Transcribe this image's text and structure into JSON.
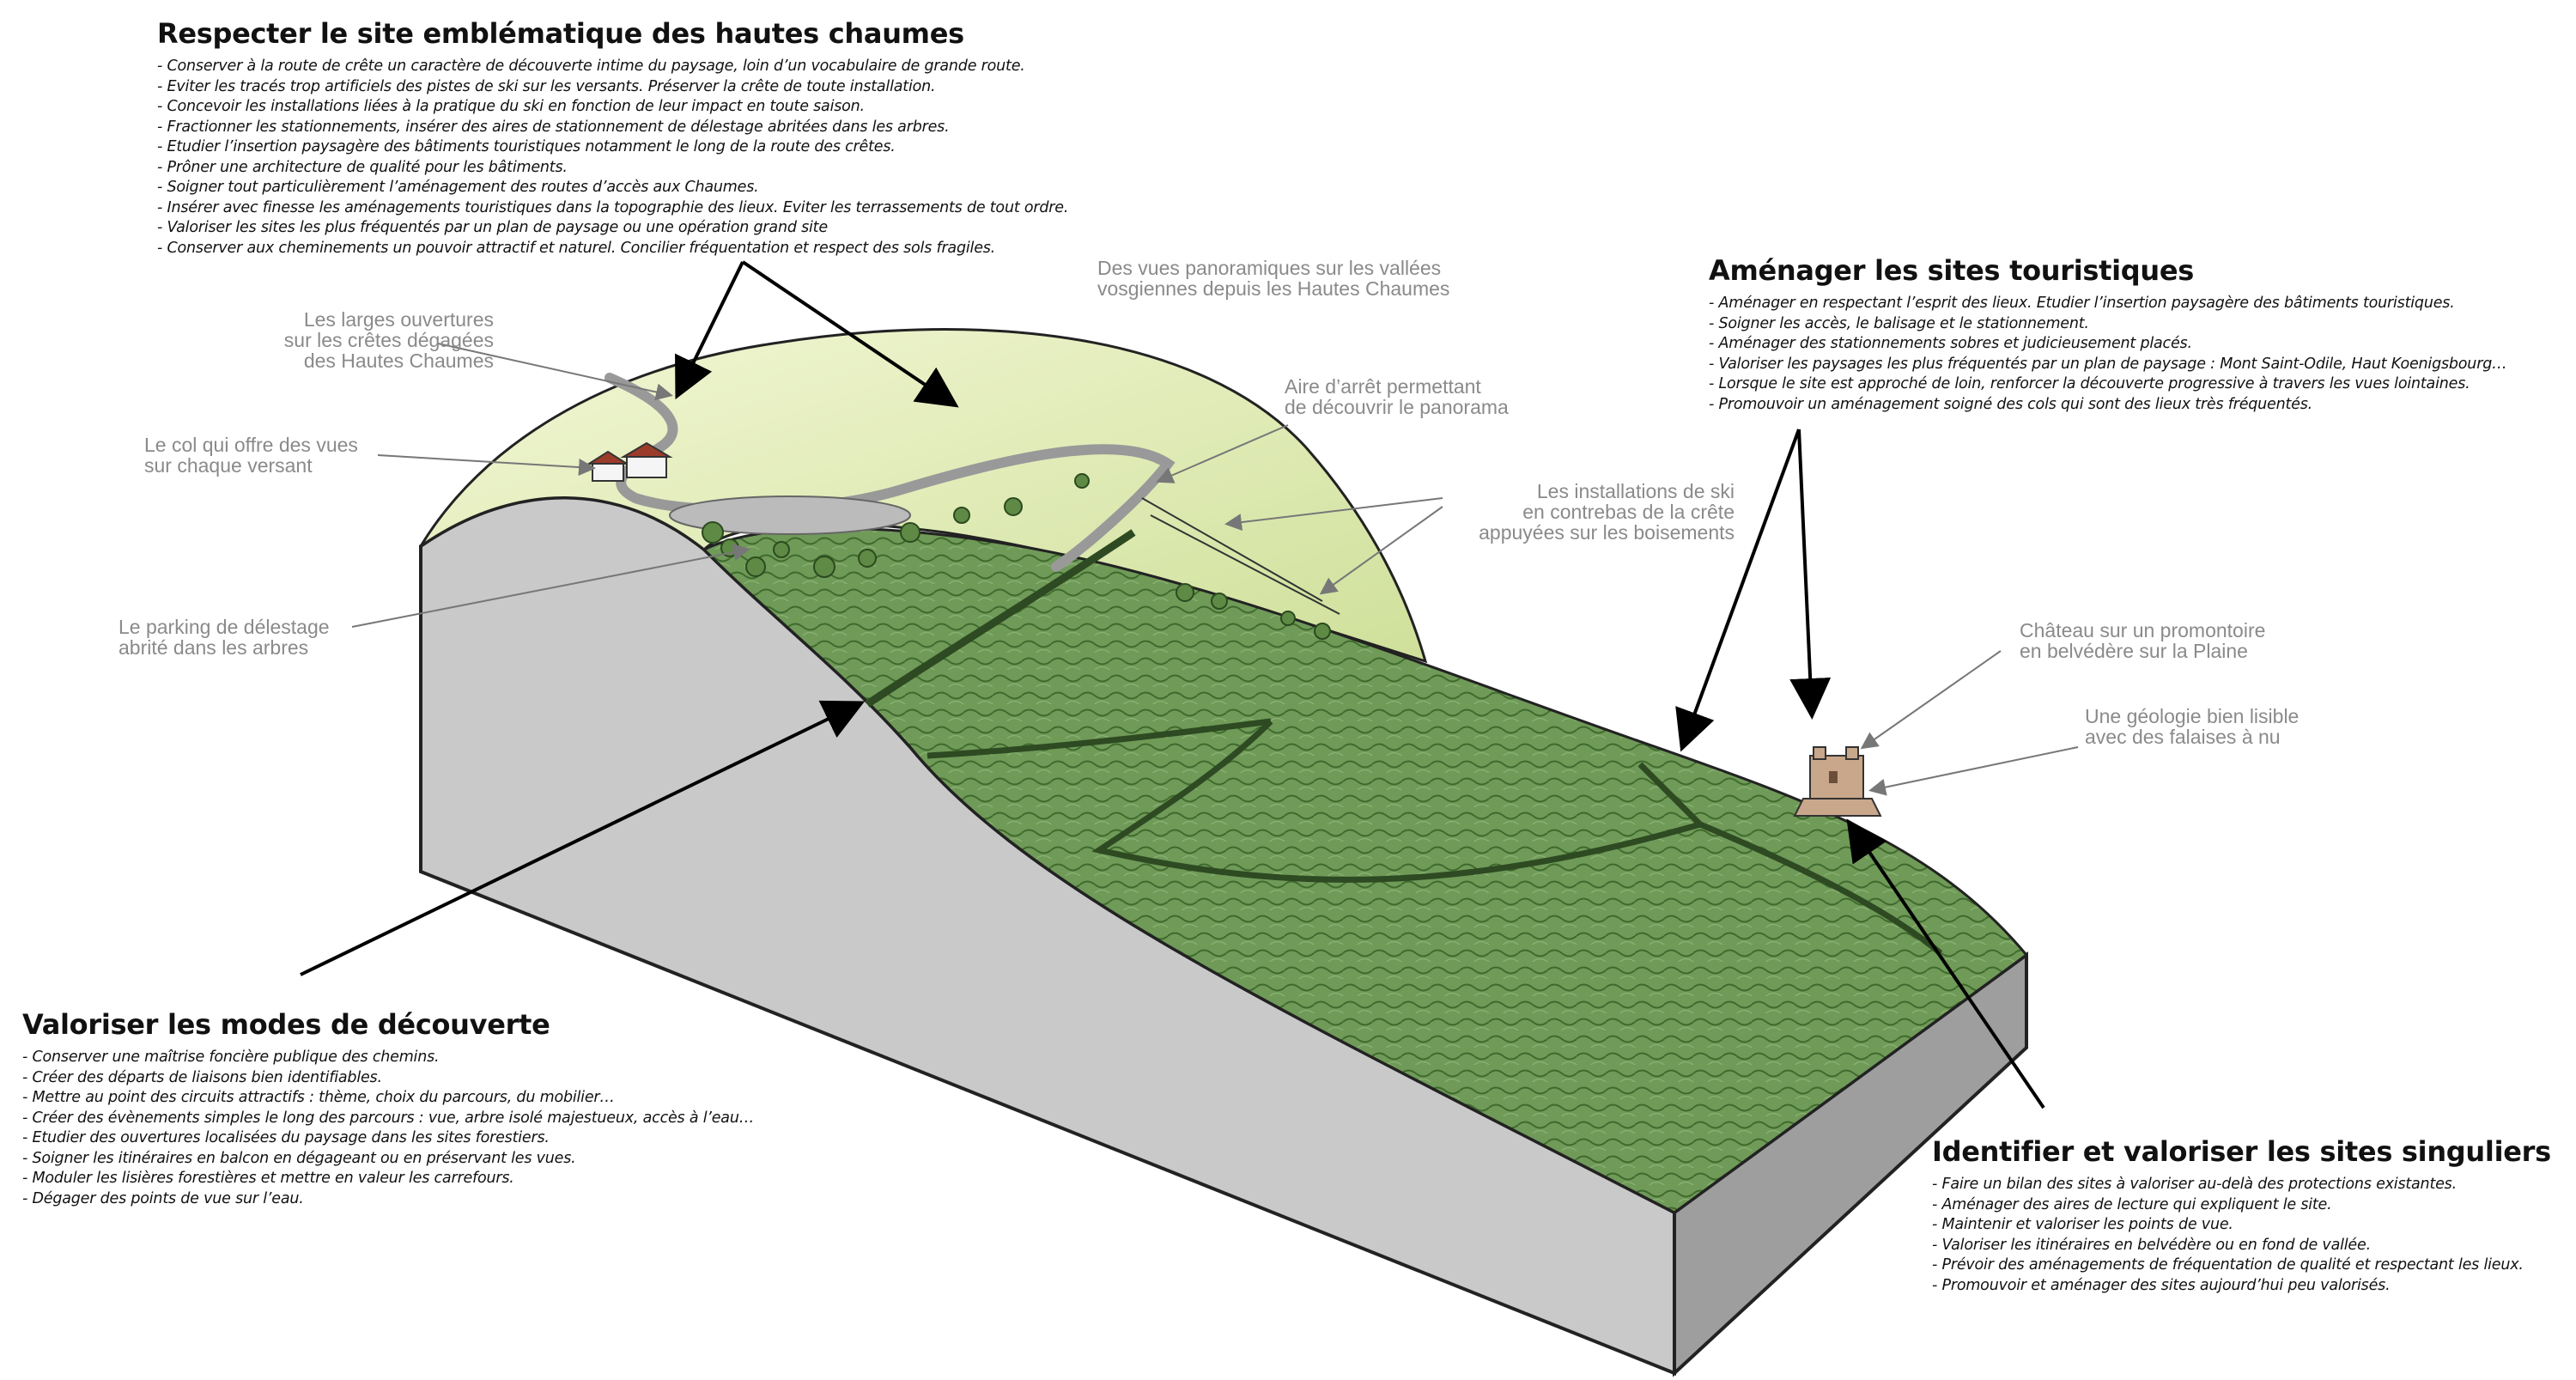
{
  "sections": [
    {
      "id": "hautes-chaumes",
      "title": "Respecter le site emblématique des hautes chaumes",
      "items": [
        "Conserver à la route de crête un caractère de découverte intime du paysage, loin d’un vocabulaire de grande route.",
        "Eviter les tracés trop artificiels des pistes de ski sur les versants. Préserver la crête de toute installation.",
        "Concevoir les installations liées à la pratique du ski en fonction de leur impact en toute saison.",
        "Fractionner les stationnements, insérer des aires de stationnement de délestage abritées dans les arbres.",
        "Etudier l’insertion paysagère des bâtiments touristiques notamment le long de la route des crêtes.",
        "Prôner une architecture de qualité pour les bâtiments.",
        "Soigner tout particulièrement l’aménagement des routes d’accès aux Chaumes.",
        "Insérer avec finesse les aménagements touristiques dans la topographie des lieux. Eviter les terrassements de tout ordre.",
        "Valoriser les sites les plus fréquentés par un plan de paysage ou une opération grand site",
        "Conserver aux cheminements un pouvoir attractif et naturel. Concilier fréquentation et respect des sols fragiles."
      ]
    },
    {
      "id": "sites-touristiques",
      "title": "Aménager les sites touristiques",
      "items": [
        "Aménager en respectant l’esprit des lieux. Etudier l’insertion paysagère des bâtiments touristiques.",
        "Soigner les accès, le balisage et le stationnement.",
        "Aménager des stationnements sobres et judicieusement placés.",
        "Valoriser les paysages les plus fréquentés par un plan de paysage : Mont Saint-Odile, Haut Koenigsbourg…",
        "Lorsque le site est approché de loin, renforcer la découverte progressive à travers les vues lointaines.",
        "Promouvoir un aménagement soigné des cols qui sont des lieux très fréquentés."
      ]
    },
    {
      "id": "modes-decouverte",
      "title": "Valoriser les modes de découverte",
      "items": [
        "Conserver une maîtrise foncière publique des chemins.",
        "Créer des départs de liaisons bien identifiables.",
        "Mettre au point des circuits attractifs : thème, choix du parcours, du mobilier…",
        "Créer des évènements simples le long des parcours : vue, arbre isolé majestueux, accès à l’eau…",
        "Etudier des ouvertures localisées du paysage dans les sites forestiers.",
        "Soigner les itinéraires en balcon en dégageant ou en préservant les vues.",
        "Moduler les lisières forestières et mettre en valeur les carrefours.",
        "Dégager des points de vue sur l’eau."
      ]
    },
    {
      "id": "sites-singuliers",
      "title": "Identifier et valoriser les sites singuliers",
      "items": [
        "Faire un bilan des sites à valoriser  au-delà des protections existantes.",
        "Aménager des aires de lecture qui expliquent le site.",
        "Maintenir et valoriser les points de vue.",
        "Valoriser les itinéraires en belvédère ou en fond de vallée.",
        "Prévoir des aménagements de fréquentation de qualité et respectant les lieux.",
        "Promouvoir et aménager des sites aujourd’hui peu valorisés."
      ]
    }
  ],
  "callouts": [
    {
      "id": "vues-panoramiques",
      "lines": [
        "Des vues panoramiques sur les vallées",
        "vosgiennes depuis les Hautes Chaumes"
      ]
    },
    {
      "id": "larges-ouvertures",
      "lines": [
        "Les larges ouvertures",
        "sur les crêtes dégagées",
        "des Hautes Chaumes"
      ]
    },
    {
      "id": "col",
      "lines": [
        "Le col qui offre des vues",
        "sur chaque versant"
      ]
    },
    {
      "id": "aire-arret",
      "lines": [
        "Aire d’arrêt permettant",
        "de découvrir le panorama"
      ]
    },
    {
      "id": "installations-ski",
      "lines": [
        "Les installations de ski",
        "en contrebas de la crête",
        "appuyées sur les boisements"
      ]
    },
    {
      "id": "parking",
      "lines": [
        "Le parking de délestage",
        "abrité dans les arbres"
      ]
    },
    {
      "id": "chateau",
      "lines": [
        "Château sur un promontoire",
        "en belvédère sur la Plaine"
      ]
    },
    {
      "id": "geologie",
      "lines": [
        "Une géologie bien lisible",
        "avec des falaises à nu"
      ]
    }
  ],
  "colors": {
    "block_face": "#c9c9c9",
    "forest": "#6f9a58",
    "forest_dark": "#355a26",
    "meadow": "#e8f0c2",
    "callout_text": "#8a8a8a",
    "title_text": "#111111"
  }
}
